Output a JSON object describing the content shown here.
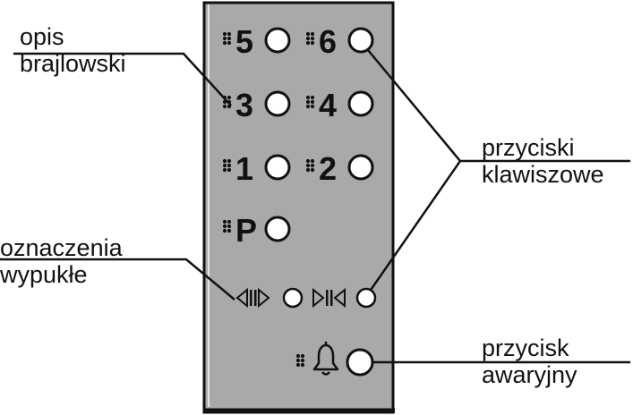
{
  "colors": {
    "panel": "#a9a9a9",
    "panel_edge": "#111111",
    "panel_highlight": "#e6e6e6",
    "button_fill": "#ffffff",
    "ink": "#111111"
  },
  "labels": {
    "braille": {
      "line1": "opis",
      "line2": "brajlowski"
    },
    "raised": {
      "line1": "oznaczenia",
      "line2": "wypukłe"
    },
    "keys": {
      "line1": "przyciski",
      "line2": "klawiszowe"
    },
    "emergency": {
      "line1": "przycisk",
      "line2": "awaryjny"
    }
  },
  "keypad": {
    "floor_keys": [
      {
        "label": "5"
      },
      {
        "label": "6"
      },
      {
        "label": "3"
      },
      {
        "label": "4"
      },
      {
        "label": "1"
      },
      {
        "label": "2"
      },
      {
        "label": "P"
      }
    ],
    "door_keys": [
      {
        "name": "door-open",
        "icon": "door-open-icon"
      },
      {
        "name": "door-close",
        "icon": "door-close-icon"
      }
    ],
    "alarm_key": {
      "icon": "bell-icon"
    }
  }
}
